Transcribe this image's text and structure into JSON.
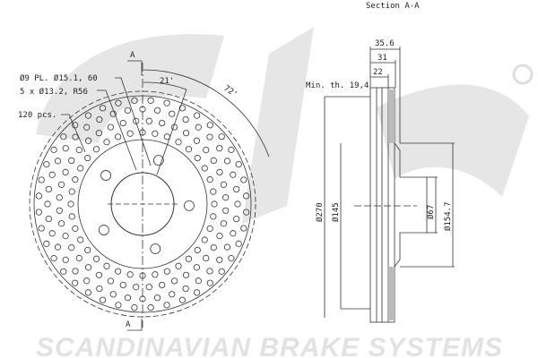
{
  "watermark": {
    "logo": "sbs",
    "brand": "SCANDINAVIAN BRAKE SYSTEMS",
    "color": "#e4e4e4"
  },
  "front_view": {
    "section_marker": "A",
    "annotations": {
      "holes_9": "Ø9 PL. Ø15.1, 60",
      "bolt_holes": "5 x Ø13.2, R56",
      "pcs": "120 pcs.",
      "angle_small": "21'",
      "angle_large": "72'"
    }
  },
  "section_view": {
    "title": "Section A-A",
    "dims": {
      "total_width": "35.6",
      "width_31": "31",
      "disc_thickness": "22",
      "min_thickness": "Min. th. 19,4",
      "outer_dia": "Ø270",
      "inner_dia": "Ø145",
      "center_bore": "Ø67",
      "hat_dia": "Ø154.7"
    }
  }
}
